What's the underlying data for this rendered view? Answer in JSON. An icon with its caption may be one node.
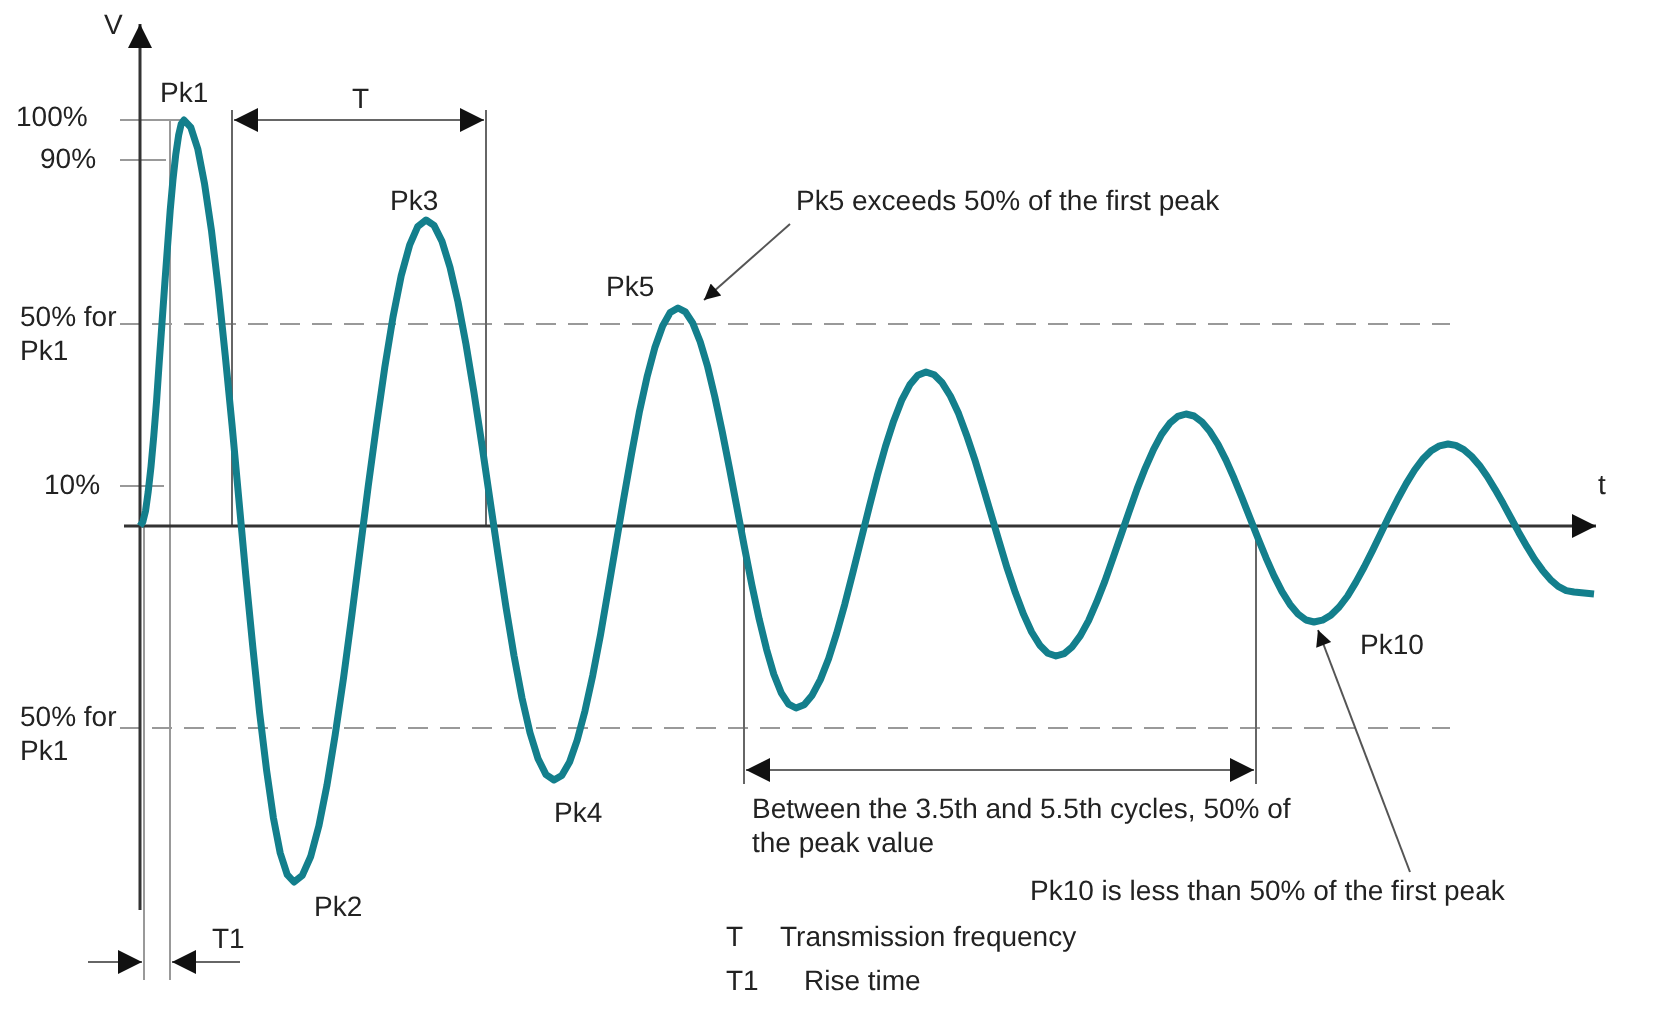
{
  "diagram": {
    "nodes": [
      {
        "text": [
          "Pk5 exceeds 50% of the first peak"
        ]
      },
      {
        "text": [
          "Pk10 is less than 50% of the first peak"
        ]
      }
    ],
    "edges": [
      {
        "from": 0,
        "to": null,
        "arrow": "to"
      },
      {
        "from": 1,
        "to": null,
        "arrow": "to"
      }
    ],
    "labels": [
      "V",
      "Pk1",
      "T",
      "100%",
      "90%",
      "Pk3",
      "Pk5",
      "50% for Pk1",
      "10%",
      "t",
      "Pk10",
      "50% for Pk1",
      "Pk4",
      "Between the 3.5th and 5.5th cycles, 50% of the peak value",
      "Pk2",
      "T1",
      "T",
      "Transmission frequency",
      "T1",
      "Rise time"
    ]
  }
}
